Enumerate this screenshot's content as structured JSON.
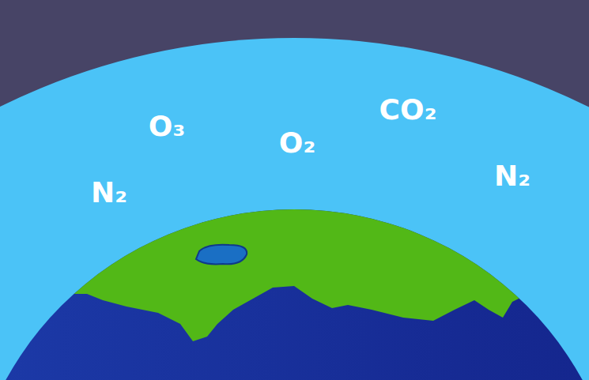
{
  "diagram": {
    "labels": [
      "O₃",
      "O₂",
      "CO₂",
      "N₂",
      "N₂"
    ]
  }
}
